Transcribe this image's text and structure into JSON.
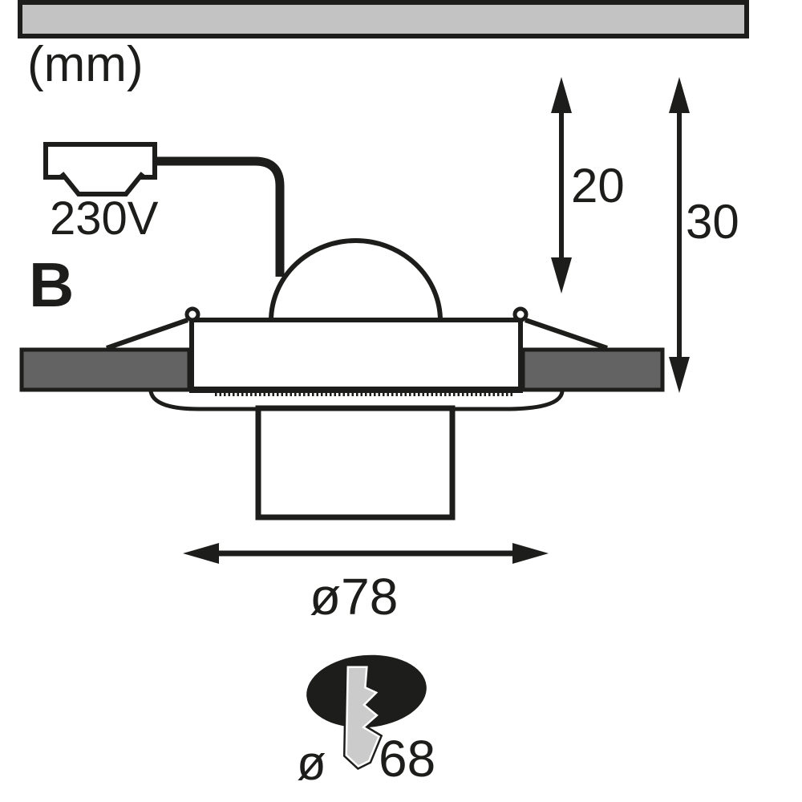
{
  "diagram": {
    "title_hint": "recessed-luminaire-installation-dimensions",
    "unit_label": "(mm)",
    "view_label": "B",
    "voltage_label": "230V",
    "dimensions": {
      "recess_height": "20",
      "total_height": "30",
      "outer_diameter": "ø78",
      "cutout_symbol": "ø",
      "cutout_value": "68"
    }
  },
  "icons": {
    "lightning_bolt": "zigzag-down-arrow",
    "dimension_arrows": "double-headed-arrow"
  },
  "colors": {
    "line": "#1d1d1b",
    "ceiling_panel": "#c3c3c3",
    "ceiling_block": "#636363",
    "bolt": "#cbcbcb",
    "background": "#ffffff"
  }
}
